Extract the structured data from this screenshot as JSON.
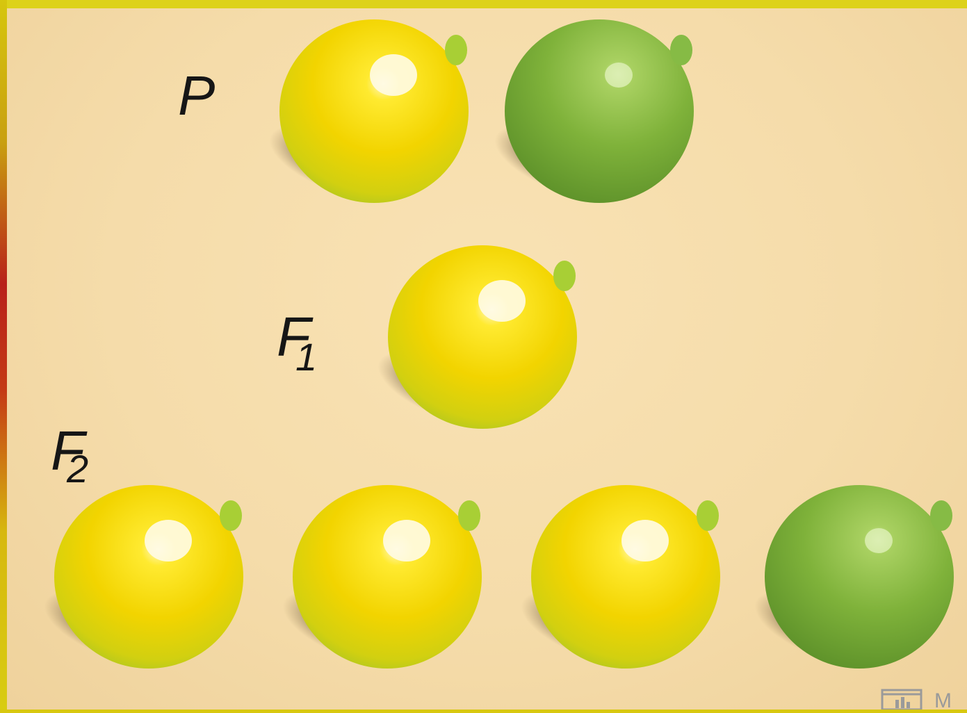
{
  "colors": {
    "frame": "#d8c810",
    "background": "#f7dfb0",
    "yellow_pea": "#f2d400",
    "green_pea": "#79b13a",
    "label": "#161616"
  },
  "generations": [
    {
      "id": "P",
      "label_main": "P",
      "label_sub": "",
      "peas": [
        "yellow",
        "green"
      ]
    },
    {
      "id": "F1",
      "label_main": "F",
      "label_sub": "1",
      "peas": [
        "yellow"
      ]
    },
    {
      "id": "F2",
      "label_main": "F",
      "label_sub": "2",
      "peas": [
        "yellow",
        "yellow",
        "yellow",
        "green"
      ]
    }
  ],
  "watermark": {
    "icon": "presentation-board-icon",
    "text": "M"
  }
}
